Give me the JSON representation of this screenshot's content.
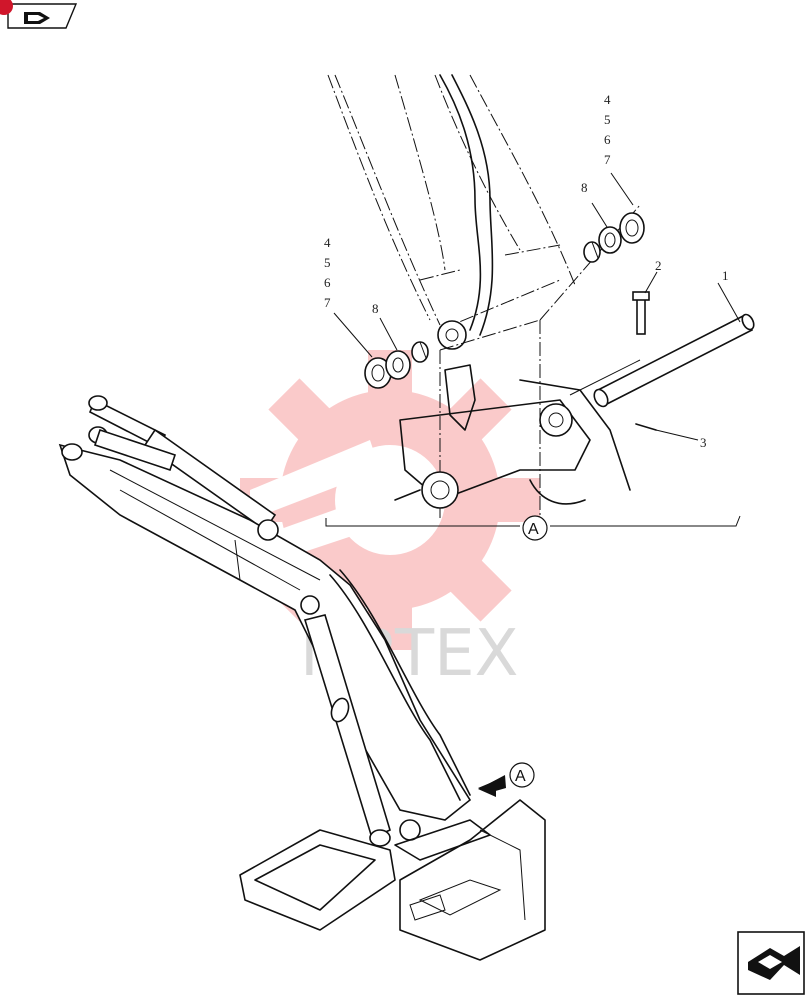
{
  "diagram": {
    "detail_label": "A",
    "view_arrow_label": "A",
    "callouts": {
      "group_right": [
        "4",
        "5",
        "6",
        "7"
      ],
      "group_left": [
        "4",
        "5",
        "6",
        "7"
      ],
      "ring_right": "8",
      "ring_left": "8",
      "pin": "1",
      "bolt": "2",
      "cotter": "3"
    }
  },
  "watermark": {
    "text": "MRTEX",
    "color": "#f26a6a"
  },
  "nav": {
    "top_icon": "back-arrow-icon",
    "bottom_icon": "next-page-icon"
  }
}
